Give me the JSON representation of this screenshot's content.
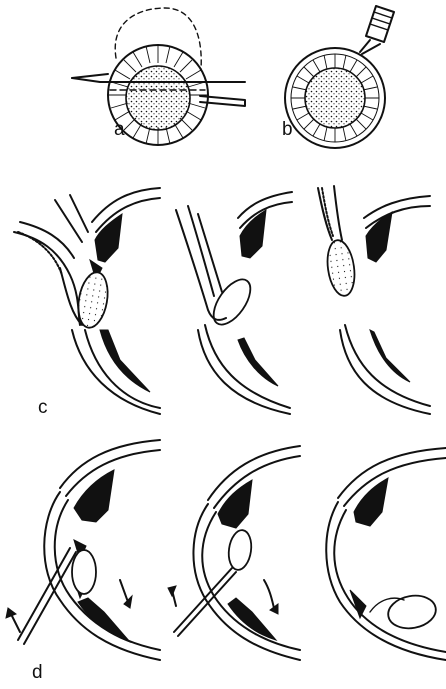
{
  "labels": {
    "a": "a",
    "b": "b",
    "c": "c",
    "d": "d"
  },
  "ink_color": "#111111",
  "background": "#ffffff"
}
